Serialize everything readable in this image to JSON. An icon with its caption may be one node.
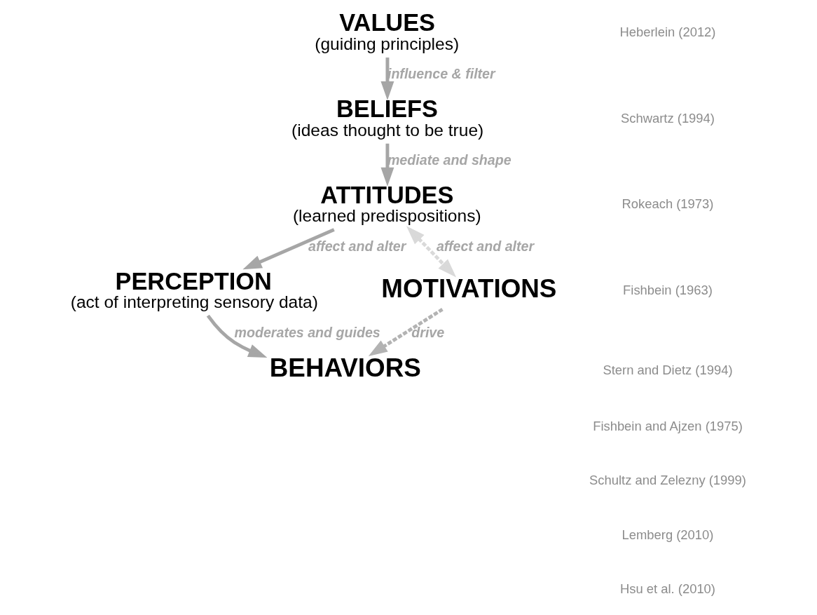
{
  "diagram": {
    "nodes": [
      {
        "text": [
          "VALUES",
          "(guiding principles)"
        ]
      },
      {
        "text": [
          "BELIEFS",
          "(ideas thought to be true)"
        ]
      },
      {
        "text": [
          "ATTITUDES",
          "(learned predispositions)"
        ]
      },
      {
        "text": [
          "PERCEPTION",
          "(act of interpreting sensory data)"
        ]
      },
      {
        "text": [
          "BEHAVIORS"
        ]
      },
      {
        "text": [
          "MOTIVATIONS"
        ]
      }
    ],
    "edges": [
      {
        "from": 0,
        "to": 1,
        "arrow": "to",
        "label": "influence & filter"
      },
      {
        "from": 1,
        "to": 2,
        "arrow": "to",
        "label": "mediate and shape"
      },
      {
        "from": 2,
        "to": 3,
        "arrow": "to",
        "label": "affect and alter"
      },
      {
        "from": 3,
        "to": 4,
        "arrow": "to",
        "label": "moderates and guides"
      },
      {
        "from": 2,
        "to": 5,
        "arrow": "both",
        "label": "affect and alter",
        "style": "dashed",
        "color": "#d9d9d9"
      },
      {
        "from": 5,
        "to": 4,
        "arrow": "to",
        "label": "drive",
        "style": "dashed",
        "color": "#b3b3b3"
      }
    ],
    "labels": [
      "Heberlein (2012)",
      "Schwartz (1994)",
      "Rokeach (1973)",
      "Fishbein (1963)",
      "Stern and Dietz (1994)",
      "Fishbein and Ajzen (1975)",
      "Schultz and Zelezny (1999)",
      "Lemberg (2010)",
      "Hsu et al. (2010)"
    ]
  }
}
